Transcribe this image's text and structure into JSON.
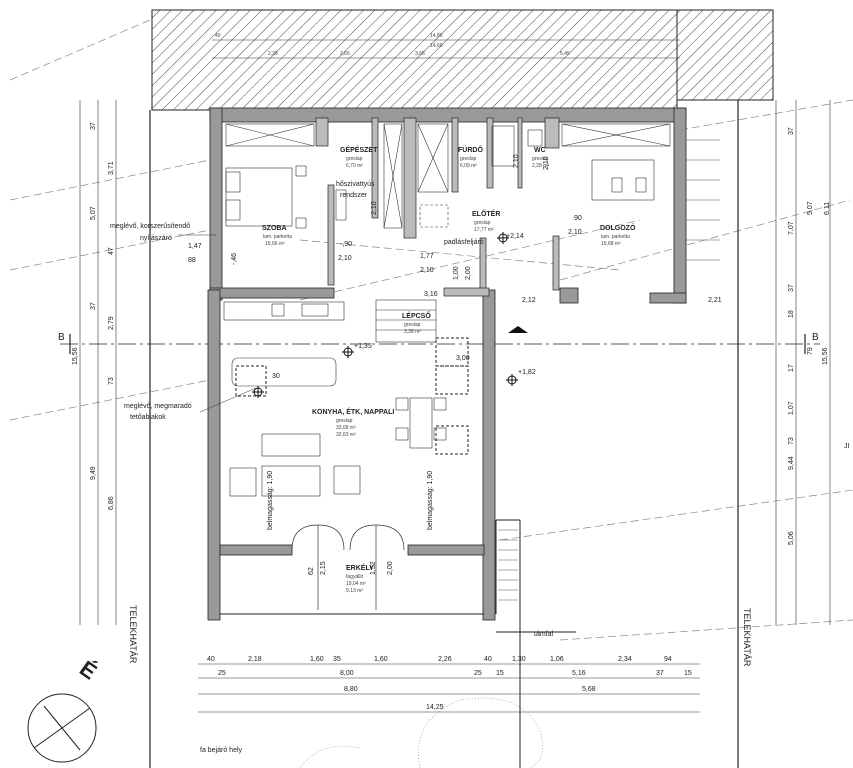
{
  "rooms": {
    "szoba": {
      "name": "SZOBA",
      "floor": "lam. parketta",
      "area": "15,66 m²"
    },
    "gepeszet": {
      "name": "GÉPÉSZET",
      "floor": "greslap",
      "area": "6,70 m²"
    },
    "furdo": {
      "name": "FÜRDŐ",
      "floor": "greslap",
      "area": "6,09 m²"
    },
    "wc": {
      "name": "WC",
      "floor": "greslap",
      "area": "2,28 m²"
    },
    "eloter": {
      "name": "ELŐTÉR",
      "floor": "greslap",
      "area": "17,77 m²"
    },
    "dolgozo": {
      "name": "DOLGOZÓ",
      "floor": "lam. parketta",
      "area": "15,68 m²"
    },
    "lepcso": {
      "name": "LÉPCSŐ",
      "floor": "greslap",
      "area": "3,38 m²"
    },
    "nappali": {
      "name": "KONYHA, ÉTK, NAPPALI",
      "floor": "greslap",
      "area1": "33,68 m²",
      "area2": "32,63 m²"
    },
    "erkely": {
      "name": "ERKÉLY",
      "floor": "fagyálló",
      "area": "19,04 m²",
      "area2": "9,13 m²"
    }
  },
  "annotations": {
    "nyilaszaro": "meglévő, korszerűsítendő",
    "nyilaszaro2": "nyílászáró",
    "meglevo": "meglévő, megmaradó",
    "teto": "tetőablakok",
    "hoszivattyu": "hőszivattyús",
    "rendszer": "rendszer",
    "padlasfeljaro": "padlásfeljáró",
    "belmagassag1": "belmagasság: 1,90",
    "belmagassag2": "belmagasság: 1,90",
    "tamfal": "támfal",
    "fabejaro": "fa bejáró hely",
    "level_eloter": "+2,14",
    "level_lepcso": "+1,82",
    "level_low": "+1,35",
    "telekhatar_left": "TELEKHATÁR",
    "telekhatar_right": "TELEKHATÁR",
    "section_left": "B",
    "section_right": "B",
    "north": "É",
    "cut_label": "JI"
  },
  "dims_bottom_row1": [
    "40",
    "2,18",
    "1,60",
    "35",
    "1,60",
    "2,26",
    "40",
    "1,30",
    "1,06",
    "2,34",
    "94"
  ],
  "dims_bottom_row2": [
    "25",
    "8,00",
    "25",
    "15",
    "5,16",
    "37",
    "15"
  ],
  "dims_bottom_row3": [
    "8,80",
    "5,68"
  ],
  "dims_bottom_row4": "14,25",
  "dims_left_outer": [
    "37",
    "5,07",
    "37",
    "15,56",
    "9,49"
  ],
  "dims_left_inner": [
    "3,71",
    "47",
    "2,79",
    "73",
    "6,86"
  ],
  "dims_right_outer": [
    "37",
    "7,07",
    "37",
    "15,56",
    "9,44"
  ],
  "dims_right_inner": [
    "5,07",
    "6,11",
    "18",
    "79",
    "17",
    "1,07",
    "73",
    "5,06"
  ],
  "dims_interior": [
    "1,47",
    "88",
    "-,90",
    "2,10",
    "1,77",
    "2,10",
    "1,00",
    "2,00",
    "2,10",
    "90",
    "2,10",
    "2,12",
    "2,21",
    "3,16",
    "2,10",
    "2,10",
    "-,46",
    "62",
    "2,15",
    "1,52",
    "2,00",
    "3,00",
    "1,90",
    "1,90",
    "30"
  ],
  "dims_top": [
    "40",
    "2,28",
    "2,66",
    "3,66",
    "5,45",
    "14,86",
    "14,60"
  ]
}
